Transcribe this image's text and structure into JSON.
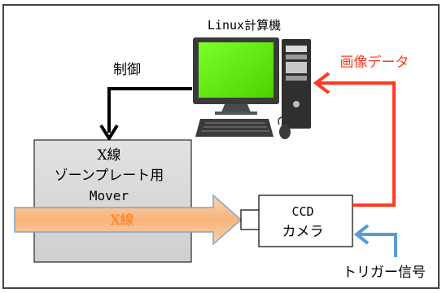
{
  "computer": {
    "label": "Linux計算機"
  },
  "control": {
    "label": "制御"
  },
  "mover": {
    "line1": "X線",
    "line2": "ゾーンプレート用",
    "line3": "Mover"
  },
  "xray_beam": {
    "label": "X線"
  },
  "camera": {
    "line1": "CCD",
    "line2": "カメラ"
  },
  "image_data": {
    "label": "画像データ"
  },
  "trigger": {
    "label": "トリガー信号"
  },
  "colors": {
    "frame": "#444444",
    "image_data_arrow": "#ff3b22",
    "trigger_arrow": "#5b9bd5",
    "xray_label": "#ff7a1a",
    "xray_beam_fill": "#f9c089",
    "mover_fill": "#d9d9d9",
    "monitor_screen": "#66ee00"
  },
  "icons": {
    "computer": "desktop-computer-icon",
    "control_arrow": "down-arrow-icon",
    "image_data_arrow": "up-arrow-icon",
    "trigger_arrow": "left-arrow-icon",
    "xray_beam": "right-arrow-icon"
  }
}
